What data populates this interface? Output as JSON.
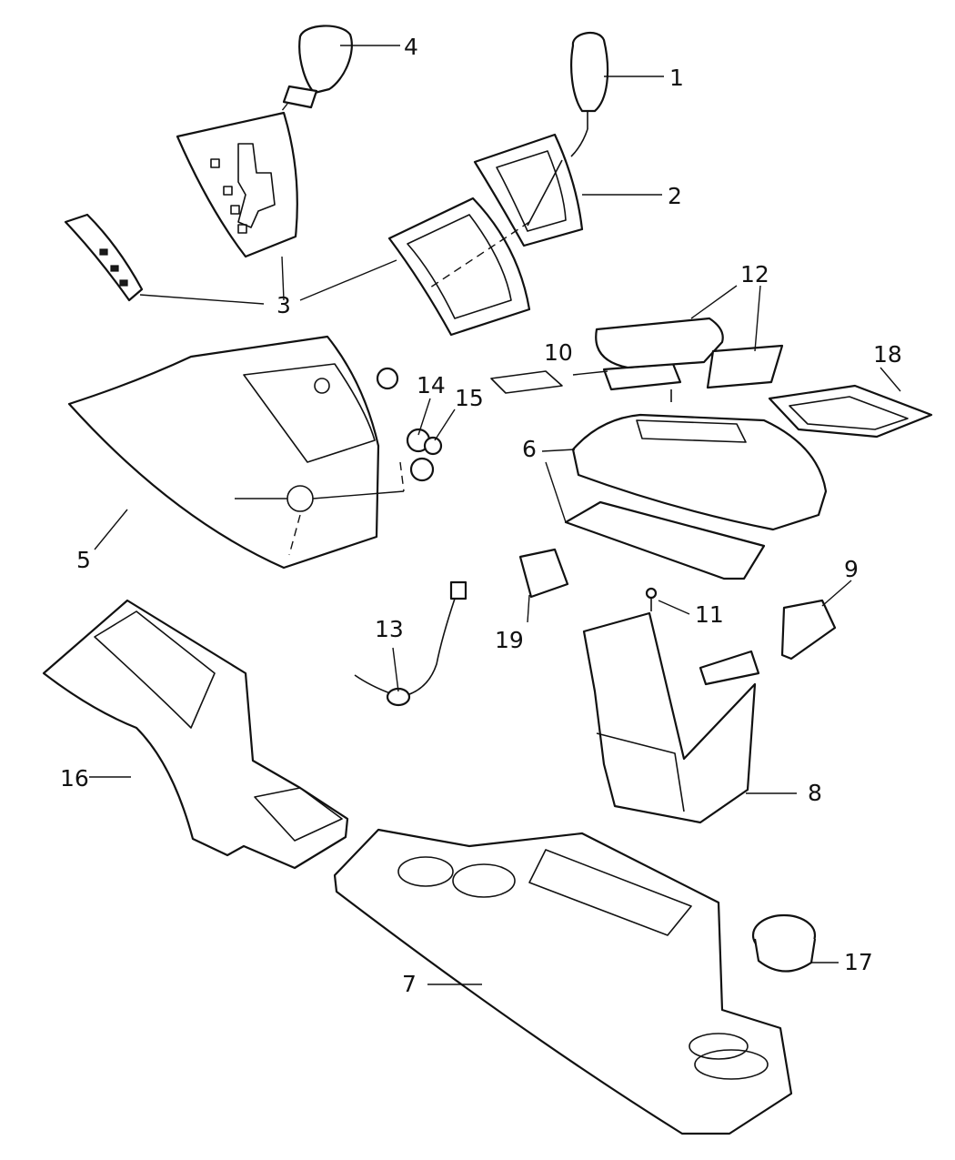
{
  "callouts": [
    {
      "id": "c1",
      "number": "1",
      "part": "gear-shift-knob-manual"
    },
    {
      "id": "c2",
      "number": "2",
      "part": "shift-boot"
    },
    {
      "id": "c3a",
      "number": "3",
      "part": "shift-bezel"
    },
    {
      "id": "c3b",
      "number": "3",
      "part": "shift-bezel"
    },
    {
      "id": "c4",
      "number": "4",
      "part": "gear-shift-knob-automatic"
    },
    {
      "id": "c5",
      "number": "5",
      "part": "console-bezel"
    },
    {
      "id": "c6a",
      "number": "6",
      "part": "armrest-lid"
    },
    {
      "id": "c7",
      "number": "7",
      "part": "floor-console"
    },
    {
      "id": "c8",
      "number": "8",
      "part": "console-bin"
    },
    {
      "id": "c9",
      "number": "9",
      "part": "hinge"
    },
    {
      "id": "c10",
      "number": "10",
      "part": "latch"
    },
    {
      "id": "c11",
      "number": "11",
      "part": "screw"
    },
    {
      "id": "c12",
      "number": "12",
      "part": "armrest-pad"
    },
    {
      "id": "c13",
      "number": "13",
      "part": "wiring-harness"
    },
    {
      "id": "c14",
      "number": "14",
      "part": "power-outlet"
    },
    {
      "id": "c15",
      "number": "15",
      "part": "power-outlet-cap"
    },
    {
      "id": "c16",
      "number": "16",
      "part": "console-bracket"
    },
    {
      "id": "c17",
      "number": "17",
      "part": "cup-holder-insert"
    },
    {
      "id": "c18",
      "number": "18",
      "part": "storage-tray"
    },
    {
      "id": "c19",
      "number": "19",
      "part": "switch"
    }
  ]
}
